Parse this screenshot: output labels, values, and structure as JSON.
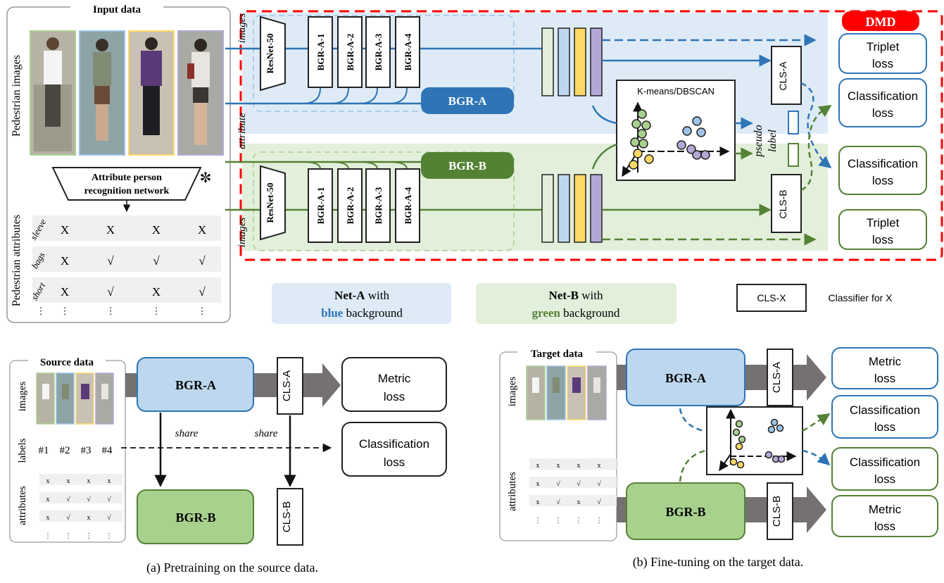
{
  "top": {
    "input_title": "Input data",
    "pedestrian_images_label": "Pedestrian images",
    "pedestrian_attributes_label": "Pedestrian attributes",
    "apr_line1": "Attribute person",
    "apr_line2": "recognition network",
    "apr_icon": "snowflake-icon",
    "attr_rows": [
      {
        "name": "sleeve",
        "values": [
          "X",
          "X",
          "X",
          "X"
        ]
      },
      {
        "name": "bags",
        "values": [
          "X",
          "√",
          "√",
          "√"
        ]
      },
      {
        "name": "short",
        "values": [
          "X",
          "√",
          "X",
          "√"
        ]
      }
    ],
    "attr_ellipsis": "⋮",
    "images_label": "images",
    "attribute_label": "attribute",
    "resnet": "ResNet-50",
    "blocks": [
      "BGR-A-1",
      "BGR-A-2",
      "BGR-A-3",
      "BGR-A-4"
    ],
    "bgr_a_badge": "BGR-A",
    "bgr_b_badge": "BGR-B",
    "cluster_title": "K-means/DBSCAN",
    "pseudo": "pseudo",
    "label": "label",
    "cls_a": "CLS-A",
    "cls_b": "CLS-B",
    "dmd": "DMD",
    "loss_boxes": [
      {
        "l1": "Triplet",
        "l2": "loss"
      },
      {
        "l1": "Classification",
        "l2": "loss"
      },
      {
        "l1": "Classification",
        "l2": "loss"
      },
      {
        "l1": "Triplet",
        "l2": "loss"
      }
    ]
  },
  "legend": {
    "net_a_bold": "Net-A",
    "net_a_rest": " with",
    "net_a_color": "blue",
    "net_a_bg": " background",
    "net_b_bold": "Net-B",
    "net_b_rest": " with",
    "net_b_color": "green",
    "net_b_bg": " background",
    "cls_x": "CLS-X",
    "classifier_text": "Classifier for X"
  },
  "panel_a": {
    "source_title": "Source data",
    "images_label": "images",
    "labels_label": "labels",
    "attributes_label": "attributes",
    "ids": [
      "#1",
      "#2",
      "#3",
      "#4"
    ],
    "bgr_a": "BGR-A",
    "bgr_b": "BGR-B",
    "cls_a": "CLS-A",
    "cls_b": "CLS-B",
    "share": "share",
    "metric": {
      "l1": "Metric",
      "l2": "loss"
    },
    "classification": {
      "l1": "Classification",
      "l2": "loss"
    },
    "caption": "(a)  Pretraining on the source data."
  },
  "panel_b": {
    "target_title": "Target data",
    "images_label": "images",
    "attributes_label": "attributes",
    "bgr_a": "BGR-A",
    "bgr_b": "BGR-B",
    "cls_a": "CLS-A",
    "cls_b": "CLS-B",
    "losses": [
      {
        "l1": "Metric",
        "l2": "loss"
      },
      {
        "l1": "Classification",
        "l2": "loss"
      },
      {
        "l1": "Classification",
        "l2": "loss"
      },
      {
        "l1": "Metric",
        "l2": "loss"
      }
    ],
    "caption": "(b)  Fine-tuning on the target data."
  },
  "colors": {
    "blue": "#2e75b6",
    "green": "#548235",
    "dmd_red": "#ff0000",
    "light_blue_bg": "#deebf7",
    "light_green_bg": "#e2efda",
    "feat_green": "#e2efda",
    "feat_blue": "#bdd7ee",
    "feat_yellow": "#ffd966",
    "feat_purple": "#b4a7d6",
    "arrow_gray": "#767171"
  }
}
